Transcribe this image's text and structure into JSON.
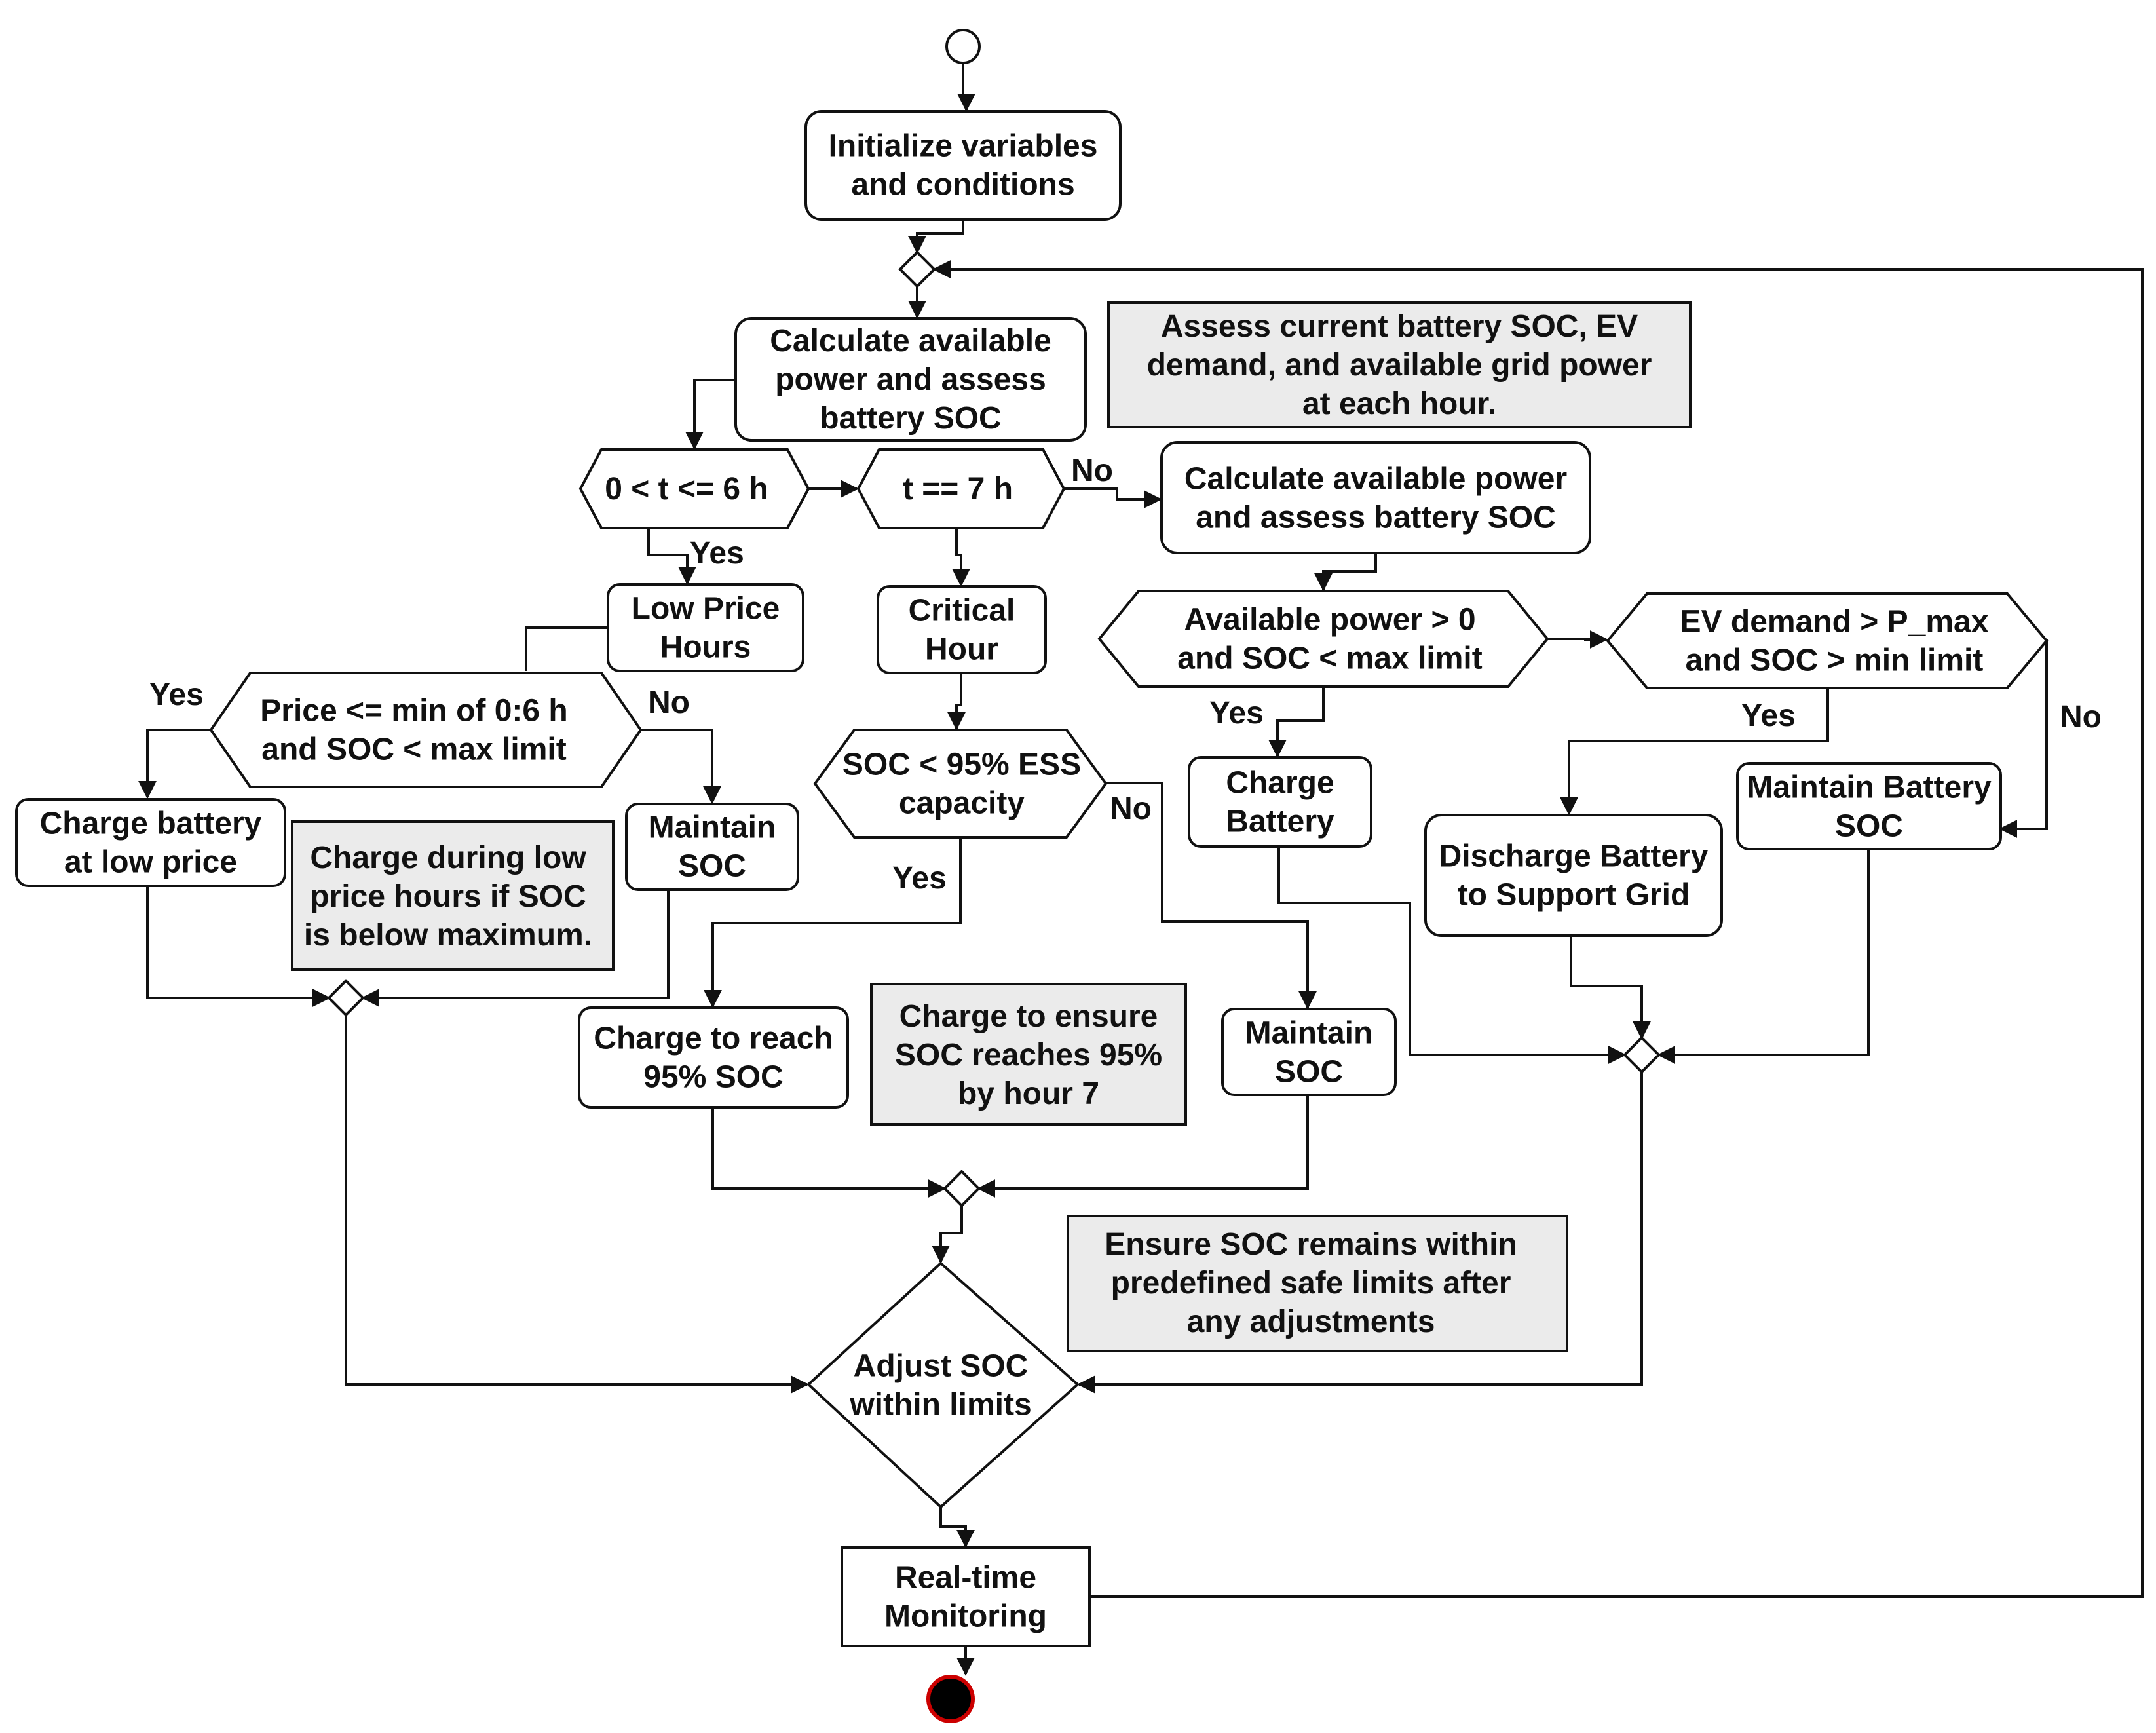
{
  "nodes": {
    "init": [
      "Initialize variables",
      "and conditions"
    ],
    "calc1": [
      "Calculate available",
      "power and assess",
      "battery SOC"
    ],
    "note_assess": [
      "Assess current battery SOC, EV",
      "demand, and available grid power",
      "at each hour."
    ],
    "cond_t6": [
      "0 < t <= 6 h"
    ],
    "cond_t7": [
      "t == 7 h"
    ],
    "calc2": [
      "Calculate available power",
      "and assess battery SOC"
    ],
    "low_price": [
      "Low Price",
      "Hours"
    ],
    "critical": [
      "Critical",
      "Hour"
    ],
    "cond_avail": [
      "Available power > 0",
      "and SOC < max limit"
    ],
    "cond_ev": [
      "EV demand > P_max",
      "and SOC > min limit"
    ],
    "cond_price": [
      "Price <= min of 0:6 h",
      "and SOC < max limit"
    ],
    "cond_soc95": [
      "SOC < 95% ESS",
      "capacity"
    ],
    "charge_low": [
      "Charge battery",
      "at low price"
    ],
    "note_lowprice": [
      "Charge during low",
      "price hours if SOC",
      "is below maximum."
    ],
    "maintain1": [
      "Maintain",
      "SOC"
    ],
    "charge_battery": [
      "Charge",
      "Battery"
    ],
    "maintain_batt": [
      "Maintain Battery",
      "SOC"
    ],
    "discharge": [
      "Discharge Battery",
      "to Support Grid"
    ],
    "charge95": [
      "Charge to reach",
      "95% SOC"
    ],
    "note_charge95": [
      "Charge to ensure",
      "SOC reaches 95%",
      "by hour 7"
    ],
    "maintain2": [
      "Maintain",
      "SOC"
    ],
    "note_safe": [
      "Ensure SOC remains within",
      "predefined safe limits after",
      "any adjustments"
    ],
    "adjust": [
      "Adjust SOC",
      "within limits"
    ],
    "monitor": [
      "Real-time",
      "Monitoring"
    ]
  },
  "labels": {
    "no_t7": "No",
    "yes_t6": "Yes",
    "yes_price": "Yes",
    "no_price": "No",
    "yes_avail": "Yes",
    "yes_ev": "Yes",
    "no_ev": "No",
    "no_soc95": "No",
    "yes_soc95": "Yes"
  },
  "colors": {
    "stroke": "#111111",
    "note_fill": "#ebebeb",
    "end_fill": "#000000",
    "end_ring": "#cc0000"
  }
}
